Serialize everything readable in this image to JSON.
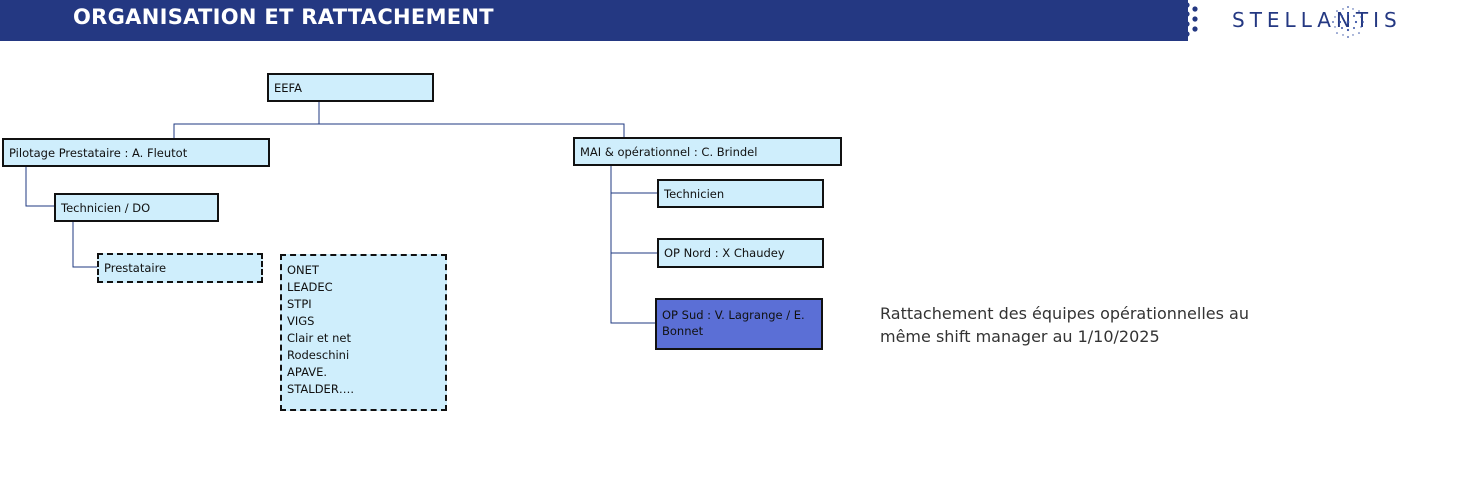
{
  "header": {
    "title": "ORGANISATION ET RATTACHEMENT",
    "logo_text": "STELLANTIS",
    "logo_icon": "stellantis-star-icon",
    "colors": {
      "header_bg": "#243882",
      "logo": "#243882"
    }
  },
  "org": {
    "root": "EEFA",
    "left": {
      "label": "Pilotage Prestataire : A. Fleutot",
      "child": "Technicien / DO",
      "grandchild": "Prestataire",
      "providers": [
        "ONET",
        "LEADEC",
        "STPI",
        "VIGS",
        "Clair et net",
        "Rodeschini",
        "APAVE.",
        "STALDER…."
      ]
    },
    "right": {
      "label": "MAI & opérationnel : C. Brindel",
      "children": [
        "Technicien",
        "OP Nord : X Chaudey",
        "OP Sud : V. Lagrange / E. Bonnet"
      ]
    },
    "colors": {
      "node_fill": "#cfeefc",
      "highlight_fill": "#5b6fd6",
      "connector": "#1f3a80"
    }
  },
  "note": {
    "text": "Rattachement des équipes opérationnelles au même shift manager  au 1/10/2025"
  }
}
